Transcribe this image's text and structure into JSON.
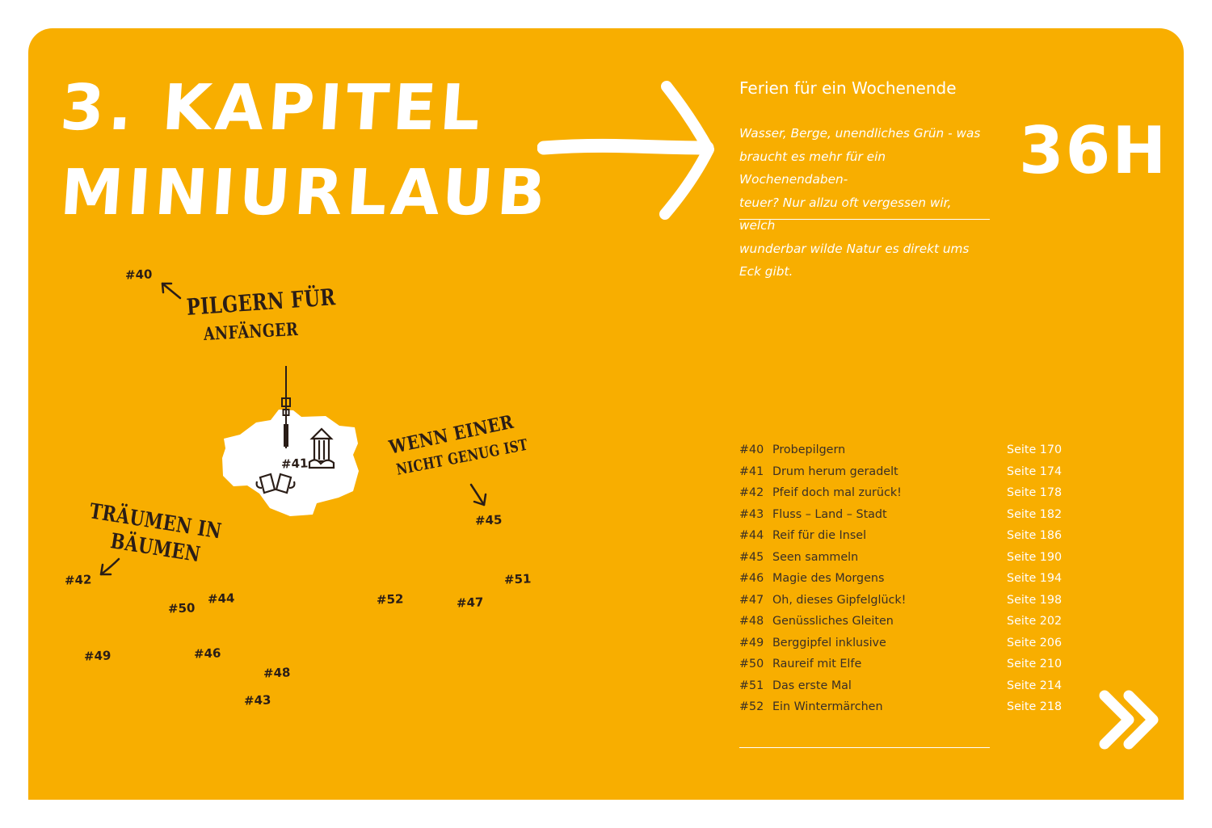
{
  "chapter": {
    "title_line1": "3. KAPITEL",
    "title_line2": "MINIURLAUB",
    "subtitle": "Ferien für ein Wochenende",
    "intro_lines": [
      "Wasser, Berge, unendliches Grün - was",
      "braucht es mehr für ein Wochenendaben-",
      "teuer? Nur allzu oft vergessen wir, welch",
      "wunderbar wilde Natur es direkt ums Eck gibt."
    ],
    "hours_badge": "36H"
  },
  "icons": {
    "title_arrow": "right-arrow-icon",
    "next": "double-chevron-right-icon",
    "tower": "tv-tower-icon",
    "beer": "beer-mugs-icon",
    "monument": "monument-icon"
  },
  "map": {
    "annotations": {
      "pilgern_line1": "PILGERN FÜR",
      "pilgern_line2": "ANFÄNGER",
      "wenn_line1": "WENN EINER",
      "wenn_line2": "NICHT GENUG IST",
      "traeumen_line1": "TRÄUMEN IN",
      "traeumen_line2": "BÄUMEN"
    },
    "markers": [
      "#40",
      "#41",
      "#42",
      "#43",
      "#44",
      "#45",
      "#46",
      "#47",
      "#48",
      "#49",
      "#50",
      "#51",
      "#52"
    ]
  },
  "toc": [
    {
      "num": "#40",
      "title": "Probepilgern",
      "page": "Seite 170"
    },
    {
      "num": "#41",
      "title": "Drum herum geradelt",
      "page": "Seite 174"
    },
    {
      "num": "#42",
      "title": "Pfeif doch mal zurück!",
      "page": "Seite 178"
    },
    {
      "num": "#43",
      "title": "Fluss – Land – Stadt",
      "page": "Seite 182"
    },
    {
      "num": "#44",
      "title": "Reif für die Insel",
      "page": "Seite 186"
    },
    {
      "num": "#45",
      "title": "Seen sammeln",
      "page": "Seite 190"
    },
    {
      "num": "#46",
      "title": "Magie des Morgens",
      "page": "Seite 194"
    },
    {
      "num": "#47",
      "title": "Oh, dieses Gipfelglück!",
      "page": "Seite 198"
    },
    {
      "num": "#48",
      "title": "Genüssliches Gleiten",
      "page": "Seite 202"
    },
    {
      "num": "#49",
      "title": "Berggipfel inklusive",
      "page": "Seite 206"
    },
    {
      "num": "#50",
      "title": "Raureif mit Elfe",
      "page": "Seite 210"
    },
    {
      "num": "#51",
      "title": "Das erste Mal",
      "page": "Seite 214"
    },
    {
      "num": "#52",
      "title": "Ein Wintermärchen",
      "page": "Seite 218"
    }
  ],
  "colors": {
    "background": "#f8ae00",
    "text_light": "#ffffff",
    "text_dark": "#2a1d17"
  }
}
